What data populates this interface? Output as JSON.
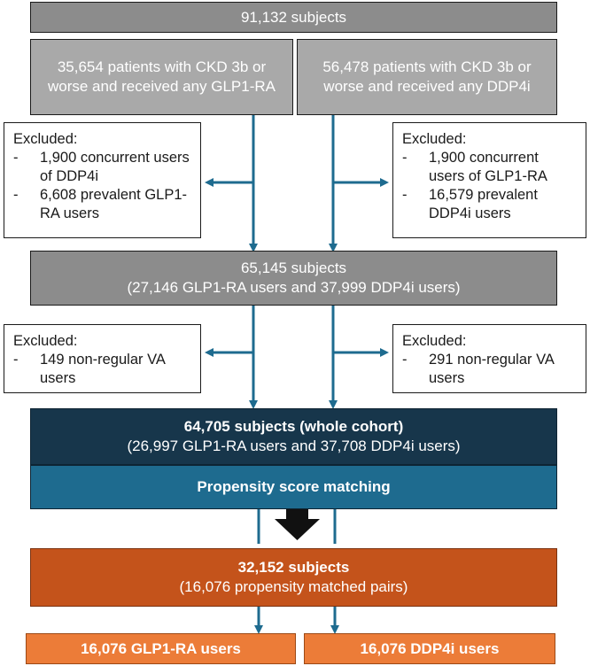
{
  "top": {
    "label": "91,132 subjects"
  },
  "left_cohort": {
    "label": "35,654 patients with CKD 3b or worse and received any GLP1-RA"
  },
  "right_cohort": {
    "label": "56,478 patients with CKD 3b or worse and received any DDP4i"
  },
  "exclusion_left_1": {
    "title": "Excluded:",
    "items": [
      "1,900 concurrent users of DDP4i",
      "6,608 prevalent GLP1-RA users"
    ]
  },
  "exclusion_right_1": {
    "title": "Excluded:",
    "items": [
      "1,900 concurrent users of GLP1-RA",
      "16,579 prevalent DDP4i users"
    ]
  },
  "middle": {
    "line1": "65,145 subjects",
    "line2": "(27,146 GLP1-RA users and 37,999 DDP4i users)"
  },
  "exclusion_left_2": {
    "title": "Excluded:",
    "items": [
      "149 non-regular VA users"
    ]
  },
  "exclusion_right_2": {
    "title": "Excluded:",
    "items": [
      "291 non-regular VA users"
    ]
  },
  "whole_cohort": {
    "line1": "64,705 subjects (whole cohort)",
    "line2": "(26,997 GLP1-RA users and 37,708 DDP4i users)"
  },
  "matching": {
    "label": "Propensity score matching"
  },
  "matched": {
    "line1": "32,152 subjects",
    "line2": "(16,076 propensity matched pairs)"
  },
  "final_left": {
    "label": "16,076 GLP1-RA users"
  },
  "final_right": {
    "label": "16,076 DDP4i users"
  },
  "colors": {
    "arrow": "#1e6b8f",
    "grey_dark": "#8c8c8c",
    "grey_light": "#a9a9a9",
    "navy": "#17364b",
    "teal": "#1e6b8f",
    "orange_dark": "#c4531b",
    "orange": "#ec7c38"
  }
}
